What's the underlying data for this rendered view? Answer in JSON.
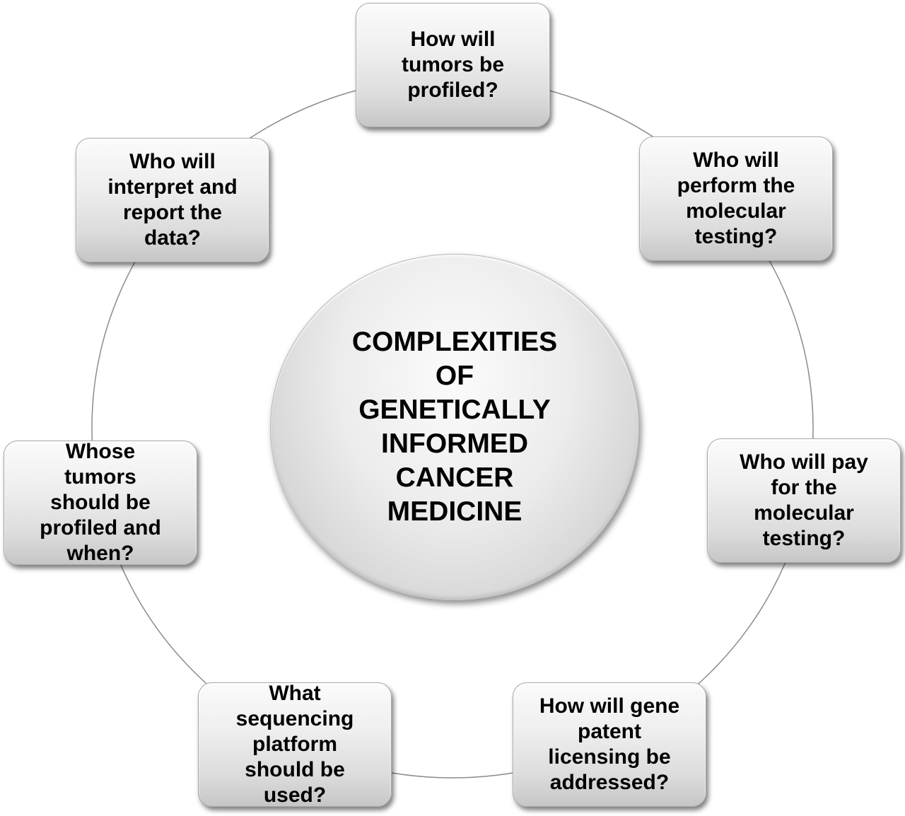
{
  "center": {
    "lines": [
      "COMPLEXITIES",
      "OF",
      "GENETICALLY",
      "INFORMED",
      "CANCER",
      "MEDICINE"
    ]
  },
  "nodes": [
    {
      "id": "profiling-method",
      "lines": [
        "How will",
        "tumors be",
        "profiled?"
      ]
    },
    {
      "id": "testing-performer",
      "lines": [
        "Who will",
        "perform the",
        "molecular",
        "testing?"
      ]
    },
    {
      "id": "payer",
      "lines": [
        "Who will pay",
        "for the",
        "molecular",
        "testing?"
      ]
    },
    {
      "id": "gene-patent",
      "lines": [
        "How will gene",
        "patent",
        "licensing be",
        "addressed?"
      ]
    },
    {
      "id": "sequencing-platform",
      "lines": [
        "What",
        "sequencing",
        "platform",
        "should be",
        "used?"
      ]
    },
    {
      "id": "patient-selection",
      "lines": [
        "Whose",
        "tumors",
        "should be",
        "profiled and",
        "when?"
      ]
    },
    {
      "id": "data-interpretation",
      "lines": [
        "Who will",
        "interpret and",
        "report the",
        "data?"
      ]
    }
  ]
}
